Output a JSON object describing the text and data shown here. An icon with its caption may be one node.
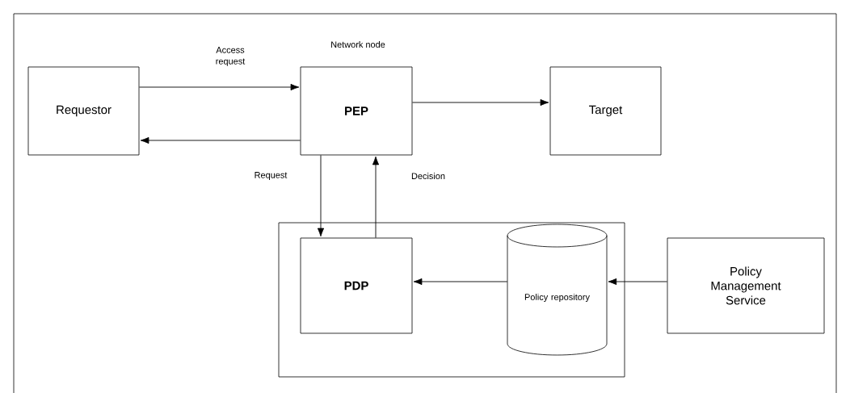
{
  "diagram": {
    "nodes": [
      {
        "text": [
          "Requestor"
        ]
      },
      {
        "text": [
          "PEP"
        ],
        "beside": [
          "Network node"
        ]
      },
      {
        "text": [
          "Target"
        ]
      },
      {
        "text": [],
        "shape": "box"
      },
      {
        "text": [
          "PDP"
        ],
        "in": 3
      },
      {
        "text": [
          "Policy repository"
        ],
        "in": 3
      },
      {
        "text": [
          "Policy Management Service"
        ]
      }
    ],
    "edges": [
      {
        "from": 0,
        "to": 1,
        "arrow": "to",
        "label": "Access request"
      },
      {
        "from": 1,
        "to": 0,
        "arrow": "to"
      },
      {
        "from": 1,
        "to": 2,
        "arrow": "to"
      },
      {
        "from": 1,
        "to": 4,
        "arrow": "to",
        "label": "Request"
      },
      {
        "from": 4,
        "to": 1,
        "arrow": "to",
        "label": "Decision"
      },
      {
        "from": 5,
        "to": 4,
        "arrow": "to"
      },
      {
        "from": 6,
        "to": 5,
        "arrow": "to"
      }
    ]
  }
}
